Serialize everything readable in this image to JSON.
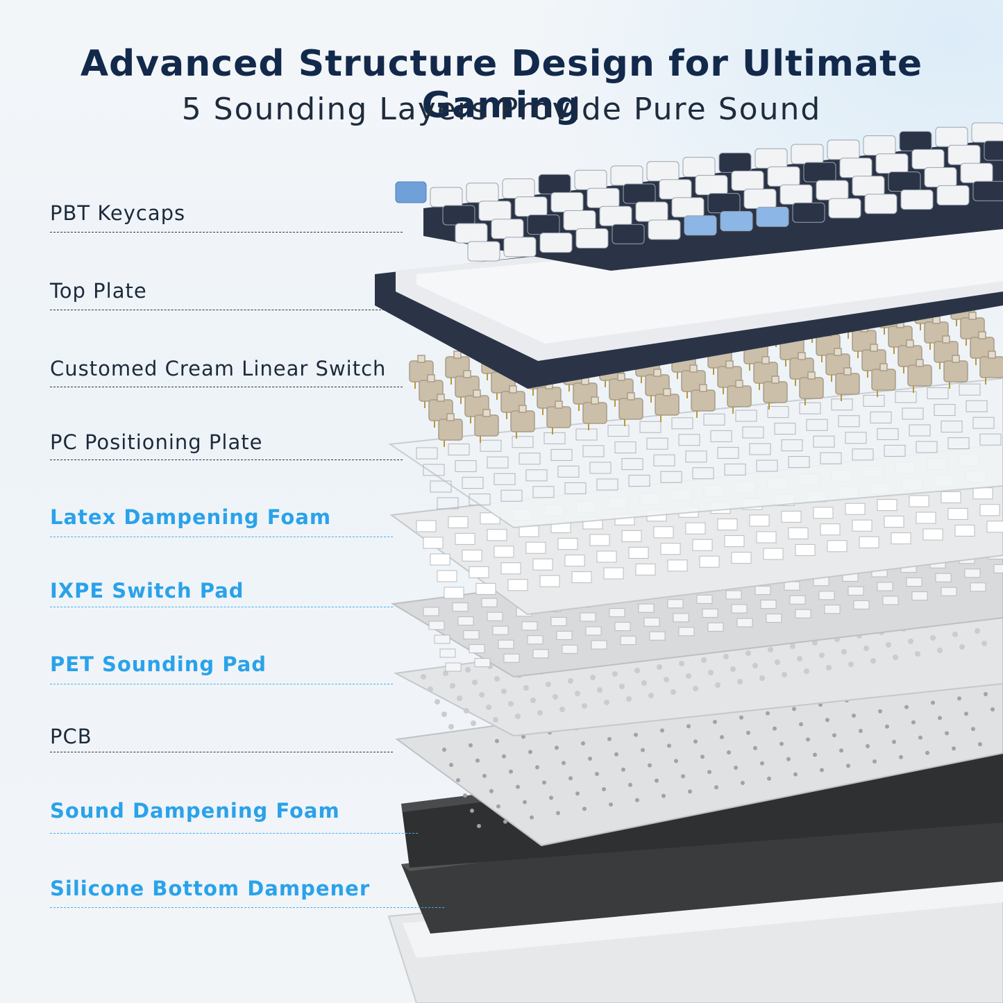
{
  "header": {
    "title": "Advanced Structure Design for Ultimate Gaming",
    "subtitle": "5 Sounding Layers Provide Pure Sound"
  },
  "layers": [
    {
      "label": "PBT Keycaps",
      "highlight": false
    },
    {
      "label": "Top Plate",
      "highlight": false
    },
    {
      "label": "Customed Cream Linear Switch",
      "highlight": false
    },
    {
      "label": "PC Positioning Plate",
      "highlight": false
    },
    {
      "label": "Latex Dampening Foam",
      "highlight": true
    },
    {
      "label": "IXPE Switch Pad",
      "highlight": true
    },
    {
      "label": "PET Sounding Pad",
      "highlight": true
    },
    {
      "label": "PCB",
      "highlight": false
    },
    {
      "label": "Sound Dampening Foam",
      "highlight": true
    },
    {
      "label": "Silicone Bottom Dampener",
      "highlight": true
    }
  ],
  "colors": {
    "title": "#13294b",
    "highlight_label": "#2aa2ea",
    "keycap_navy": "#2b3447",
    "keycap_blue": "#8bb6e6",
    "switch_cream": "#cbbfa9"
  }
}
